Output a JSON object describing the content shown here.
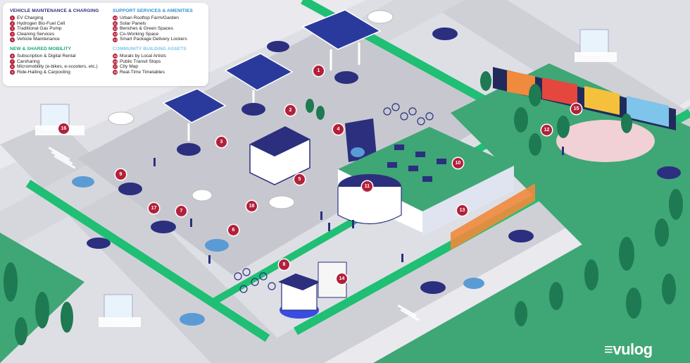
{
  "legend": {
    "sections": [
      {
        "title": "VEHICLE MAINTENANCE & CHARGING",
        "color": "#2b2f7e",
        "items": [
          {
            "num": "1",
            "label": "EV Charging"
          },
          {
            "num": "2",
            "label": "Hydrogen Bio-Fuel Cell"
          },
          {
            "num": "3",
            "label": "Traditional Gas Pump"
          },
          {
            "num": "4",
            "label": "Cleaning Services"
          },
          {
            "num": "5",
            "label": "Vehicle Maintenance"
          }
        ]
      },
      {
        "title": "NEW & SHARED MOBILITY",
        "color": "#18a86a",
        "items": [
          {
            "num": "6",
            "label": "Subscription & Digital Rental"
          },
          {
            "num": "7",
            "label": "Carsharing"
          },
          {
            "num": "8",
            "label": "Micromobility (e-bikes, e-scooters, etc.)"
          },
          {
            "num": "9",
            "label": "Ride-Hailing & Carpooling"
          }
        ]
      },
      {
        "title": "SUPPORT SERVICES & AMENITIES",
        "color": "#2e8fd3",
        "items": [
          {
            "num": "10",
            "label": "Urban Rooftop Farm/Garden"
          },
          {
            "num": "11",
            "label": "Solar Panels"
          },
          {
            "num": "12",
            "label": "Benches & Green Spaces"
          },
          {
            "num": "13",
            "label": "Co-Working Space"
          },
          {
            "num": "14",
            "label": "Smart Package Delivery Lockers"
          }
        ]
      },
      {
        "title": "COMMUNITY BUILDING ASSETS",
        "color": "#7fc4ea",
        "items": [
          {
            "num": "15",
            "label": "Murals by Local Artists"
          },
          {
            "num": "16",
            "label": "Public Transit Stops"
          },
          {
            "num": "17",
            "label": "City Map"
          },
          {
            "num": "18",
            "label": "Real-Time Timetables"
          }
        ]
      }
    ]
  },
  "markers": [
    "1",
    "2",
    "3",
    "4",
    "5",
    "6",
    "7",
    "8",
    "9",
    "10",
    "11",
    "12",
    "13",
    "14",
    "15",
    "16",
    "17",
    "18"
  ],
  "logo": "vulog",
  "colors": {
    "road": "#cfd0d6",
    "lot": "#c7c8cf",
    "bike_lane": "#1fbf74",
    "park": "#3a9c6e",
    "tree": "#1d7a52",
    "marker": "#b3203a",
    "solar": "#2a3a9c",
    "building": "#2b2f7e",
    "mural_orange": "#f08a3c"
  }
}
